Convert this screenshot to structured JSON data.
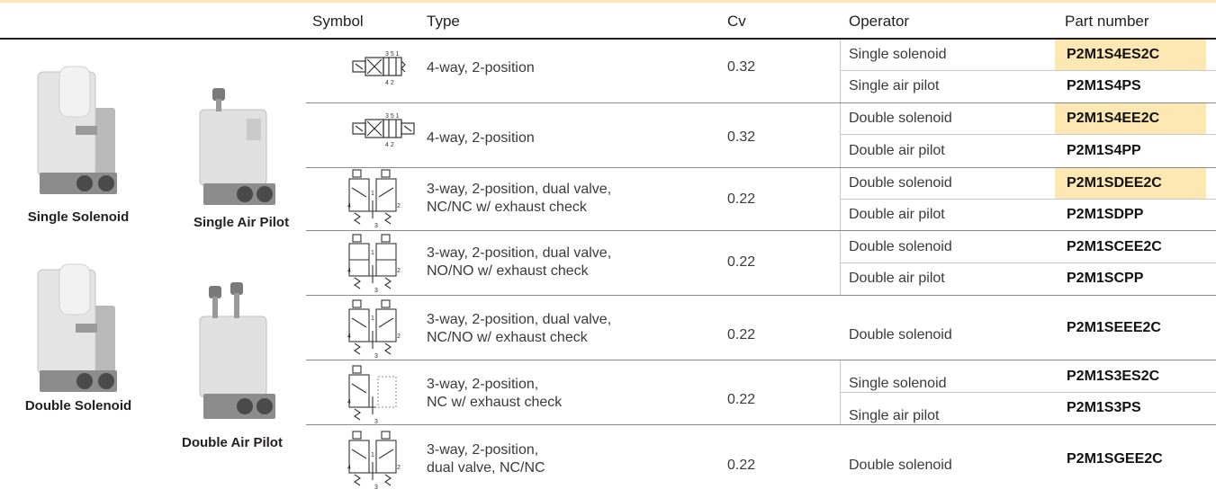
{
  "colors": {
    "highlight": "#fde8b4",
    "rule": "#231f20",
    "divider": "#c8c8c8"
  },
  "headers": {
    "symbol": "Symbol",
    "type": "Type",
    "cv": "Cv",
    "operator": "Operator",
    "part_number": "Part number"
  },
  "photos": {
    "single_solenoid": "Single Solenoid",
    "double_solenoid": "Double Solenoid",
    "single_air_pilot": "Single Air Pilot",
    "double_air_pilot": "Double Air Pilot"
  },
  "groups": [
    {
      "symbol_icon": "4-way-single-solenoid-spring-return-symbol",
      "type": "4-way, 2-position",
      "cv": "0.32",
      "rows": [
        {
          "operator": "Single solenoid",
          "part": "P2M1S4ES2C",
          "highlight": true
        },
        {
          "operator": "Single air pilot",
          "part": "P2M1S4PS",
          "highlight": false
        }
      ]
    },
    {
      "symbol_icon": "4-way-double-solenoid-symbol",
      "type": "4-way, 2-position",
      "cv": "0.32",
      "rows": [
        {
          "operator": "Double solenoid",
          "part": "P2M1S4EE2C",
          "highlight": true
        },
        {
          "operator": "Double air pilot",
          "part": "P2M1S4PP",
          "highlight": false
        }
      ]
    },
    {
      "symbol_icon": "3-way-dual-valve-nc-nc-symbol",
      "type": [
        "3-way, 2-position, dual valve,",
        "NC/NC w/ exhaust check"
      ],
      "cv": "0.22",
      "rows": [
        {
          "operator": "Double solenoid",
          "part": "P2M1SDEE2C",
          "highlight": true
        },
        {
          "operator": "Double air pilot",
          "part": "P2M1SDPP",
          "highlight": false
        }
      ]
    },
    {
      "symbol_icon": "3-way-dual-valve-no-no-symbol",
      "type": [
        "3-way, 2-position, dual valve,",
        "NO/NO w/ exhaust check"
      ],
      "cv": "0.22",
      "rows": [
        {
          "operator": "Double solenoid",
          "part": "P2M1SCEE2C",
          "highlight": false
        },
        {
          "operator": "Double air pilot",
          "part": "P2M1SCPP",
          "highlight": false
        }
      ]
    },
    {
      "symbol_icon": "3-way-dual-valve-nc-no-symbol",
      "type": [
        "3-way, 2-position, dual valve,",
        "NC/NO w/ exhaust check"
      ],
      "cv": "0.22",
      "rows": [
        {
          "operator": "Double solenoid",
          "part": "P2M1SEEE2C",
          "highlight": false
        }
      ]
    },
    {
      "symbol_icon": "3-way-single-nc-symbol",
      "type": [
        "3-way, 2-position,",
        "NC w/ exhaust check"
      ],
      "cv": "0.22",
      "rows": [
        {
          "operator": "Single solenoid",
          "part": "P2M1S3ES2C",
          "highlight": false
        },
        {
          "operator": "Single air pilot",
          "part": "P2M1S3PS",
          "highlight": false
        }
      ]
    },
    {
      "symbol_icon": "3-way-dual-valve-nc-nc-symbol",
      "type": [
        "3-way, 2-position,",
        "dual valve, NC/NC"
      ],
      "cv": "0.22",
      "rows": [
        {
          "operator": "Double solenoid",
          "part": "P2M1SGEE2C",
          "highlight": false
        }
      ]
    }
  ]
}
